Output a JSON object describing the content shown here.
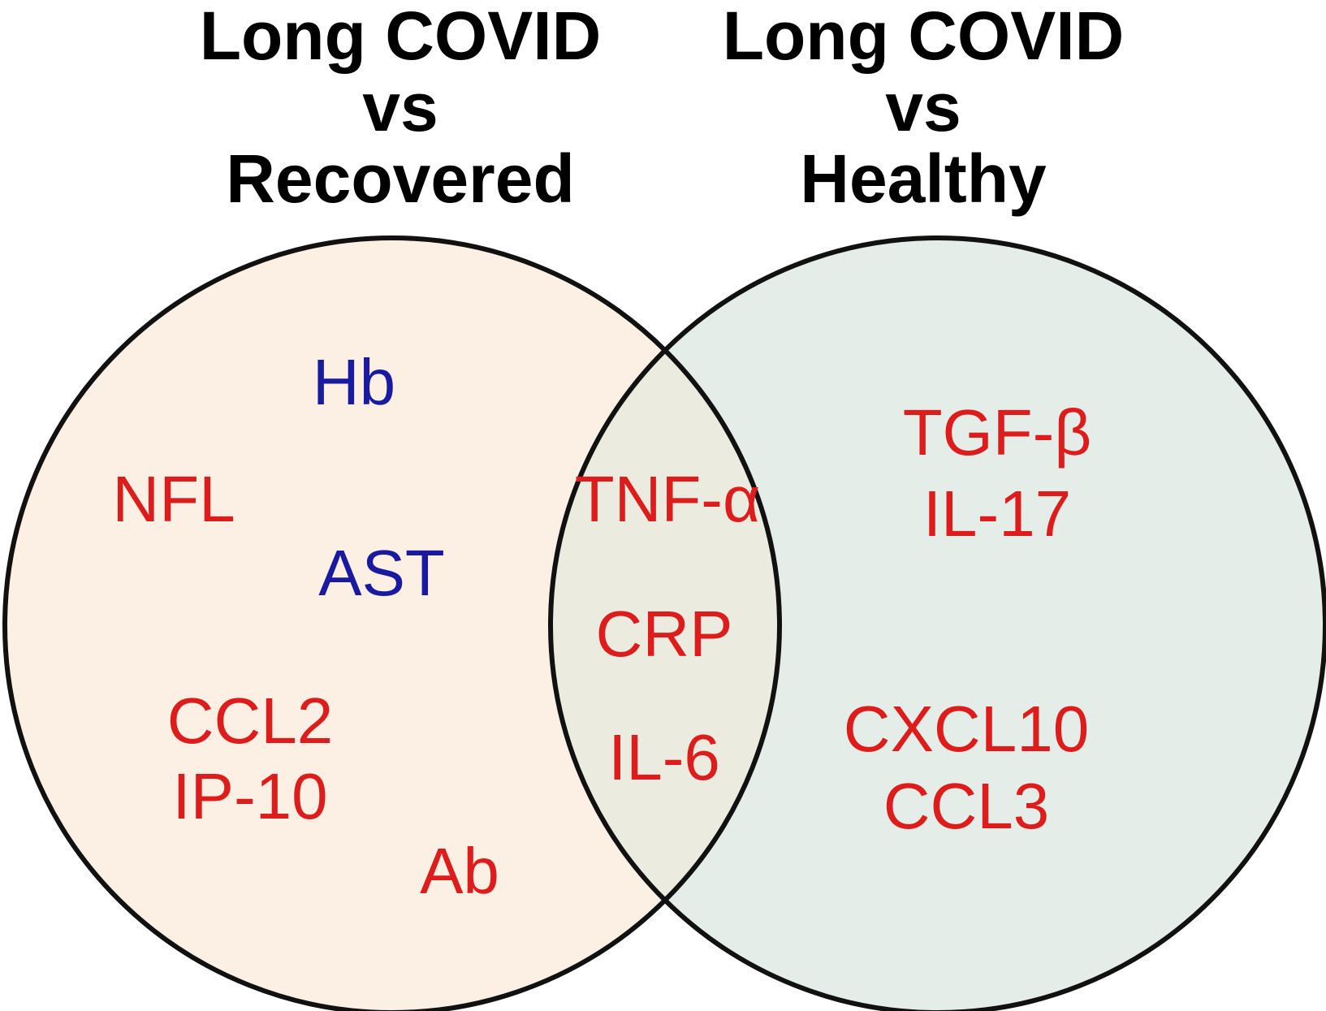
{
  "headings": {
    "left": {
      "line1": "Long COVID",
      "line2": "vs",
      "line3": "Recovered"
    },
    "right": {
      "line1": "Long COVID",
      "line2": "vs",
      "line3": "Healthy"
    }
  },
  "colors": {
    "left_fill": "#fcefe4",
    "right_fill": "#e5ede8",
    "overlap_fill": "#ebebe0",
    "outline": "#111111",
    "increased": "#dd1c1c",
    "decreased": "#1a1aa0"
  },
  "sets": {
    "left_only": [
      {
        "text": "Hb",
        "color": "decreased"
      },
      {
        "text": "NFL",
        "color": "increased"
      },
      {
        "text": "AST",
        "color": "decreased"
      },
      {
        "text": "CCL2",
        "color": "increased"
      },
      {
        "text": "IP-10",
        "color": "increased"
      },
      {
        "text": "Ab",
        "color": "increased"
      }
    ],
    "overlap": [
      {
        "text": "TNF-α",
        "color": "increased"
      },
      {
        "text": "CRP",
        "color": "increased"
      },
      {
        "text": "IL-6",
        "color": "increased"
      }
    ],
    "right_only": [
      {
        "text": "TGF-β",
        "color": "increased"
      },
      {
        "text": "IL-17",
        "color": "increased"
      },
      {
        "text": "CXCL10",
        "color": "increased"
      },
      {
        "text": "CCL3",
        "color": "increased"
      }
    ]
  }
}
